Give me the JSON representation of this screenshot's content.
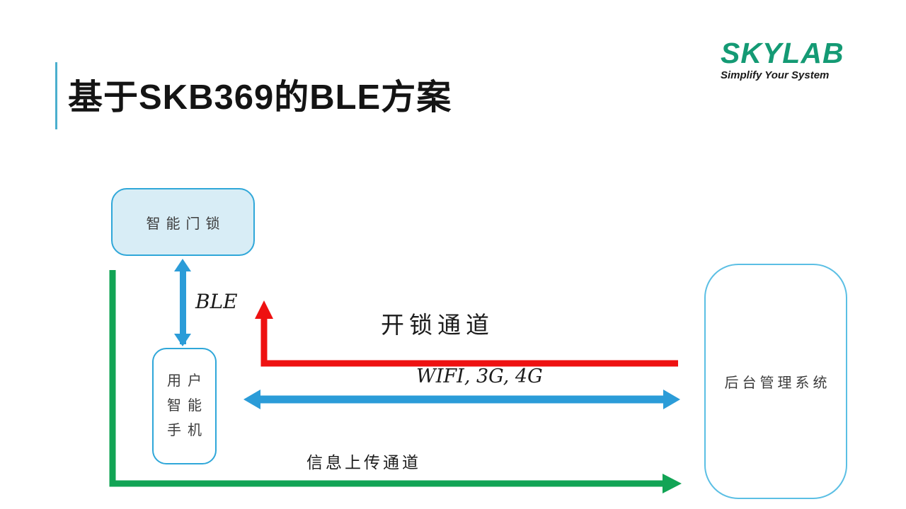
{
  "slide": {
    "title": "基于SKB369的BLE方案"
  },
  "logo": {
    "brand": "SKYLAB",
    "tagline": "Simplify Your System"
  },
  "diagram": {
    "lock_box": {
      "label": "智能门锁"
    },
    "phone_box": {
      "lines": [
        "用户",
        "智能",
        "手机"
      ]
    },
    "backend_box": {
      "label": "后台管理系统"
    },
    "ble_label": "BLE",
    "unlock_channel_label": "开锁通道",
    "wifi_label": "WIFI, 3G, 4G",
    "upload_channel_label": "信息上传通道"
  },
  "colors": {
    "title_accent": "#4bafce",
    "logo_green": "#149a74",
    "arrow_blue": "#2b9cd8",
    "arrow_red": "#ee1111",
    "arrow_green": "#12a455",
    "box_fill": "#d8edf6",
    "box_border": "#2fa7d9",
    "backend_border": "#5bbfe4"
  }
}
